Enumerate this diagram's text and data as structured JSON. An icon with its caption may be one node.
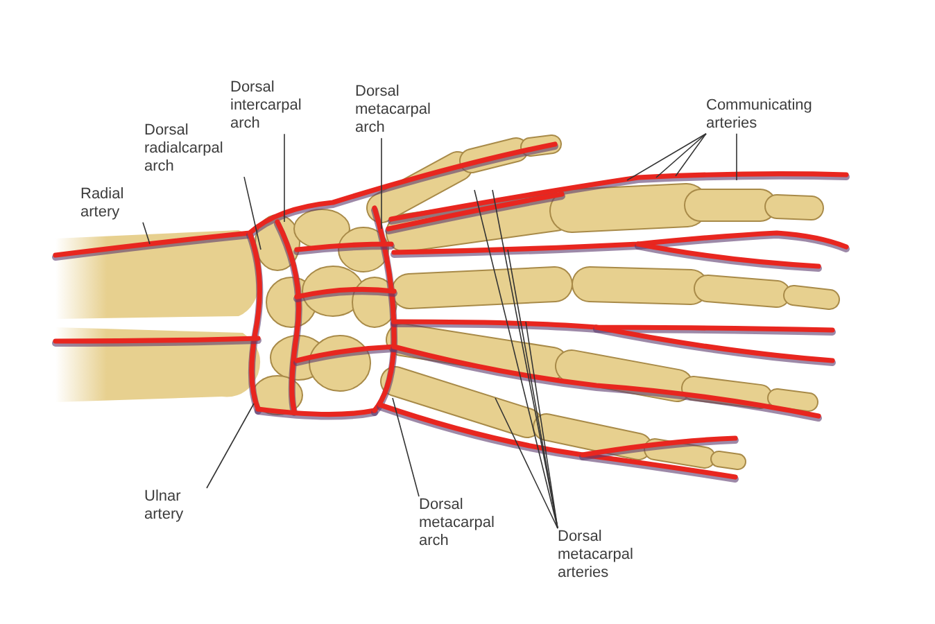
{
  "diagram": {
    "nodes": [
      {
        "text": [
          "Radial artery"
        ]
      },
      {
        "text": [
          "Dorsal radialcarpal arch"
        ]
      },
      {
        "text": [
          "Dorsal intercarpal arch"
        ]
      },
      {
        "text": [
          "Dorsal metacarpal arch"
        ]
      },
      {
        "text": [
          "Communicating arteries"
        ]
      },
      {
        "text": [
          "Ulnar artery"
        ]
      },
      {
        "text": [
          "Dorsal metacarpal arch"
        ]
      },
      {
        "text": [
          "Dorsal metacarpal arteries"
        ]
      }
    ],
    "edges": [
      {
        "from": 0,
        "to": null,
        "arrow": "none"
      },
      {
        "from": 1,
        "to": null,
        "arrow": "none"
      },
      {
        "from": 2,
        "to": null,
        "arrow": "none"
      },
      {
        "from": 3,
        "to": null,
        "arrow": "none"
      },
      {
        "from": 4,
        "to": null,
        "arrow": "none"
      },
      {
        "from": 4,
        "to": null,
        "arrow": "none"
      },
      {
        "from": 4,
        "to": null,
        "arrow": "none"
      },
      {
        "from": 4,
        "to": null,
        "arrow": "none"
      },
      {
        "from": 5,
        "to": null,
        "arrow": "none"
      },
      {
        "from": 6,
        "to": null,
        "arrow": "none"
      },
      {
        "from": 7,
        "to": null,
        "arrow": "none"
      },
      {
        "from": 7,
        "to": null,
        "arrow": "none"
      },
      {
        "from": 7,
        "to": null,
        "arrow": "none"
      },
      {
        "from": 7,
        "to": null,
        "arrow": "none"
      },
      {
        "from": 7,
        "to": null,
        "arrow": "none"
      }
    ]
  }
}
